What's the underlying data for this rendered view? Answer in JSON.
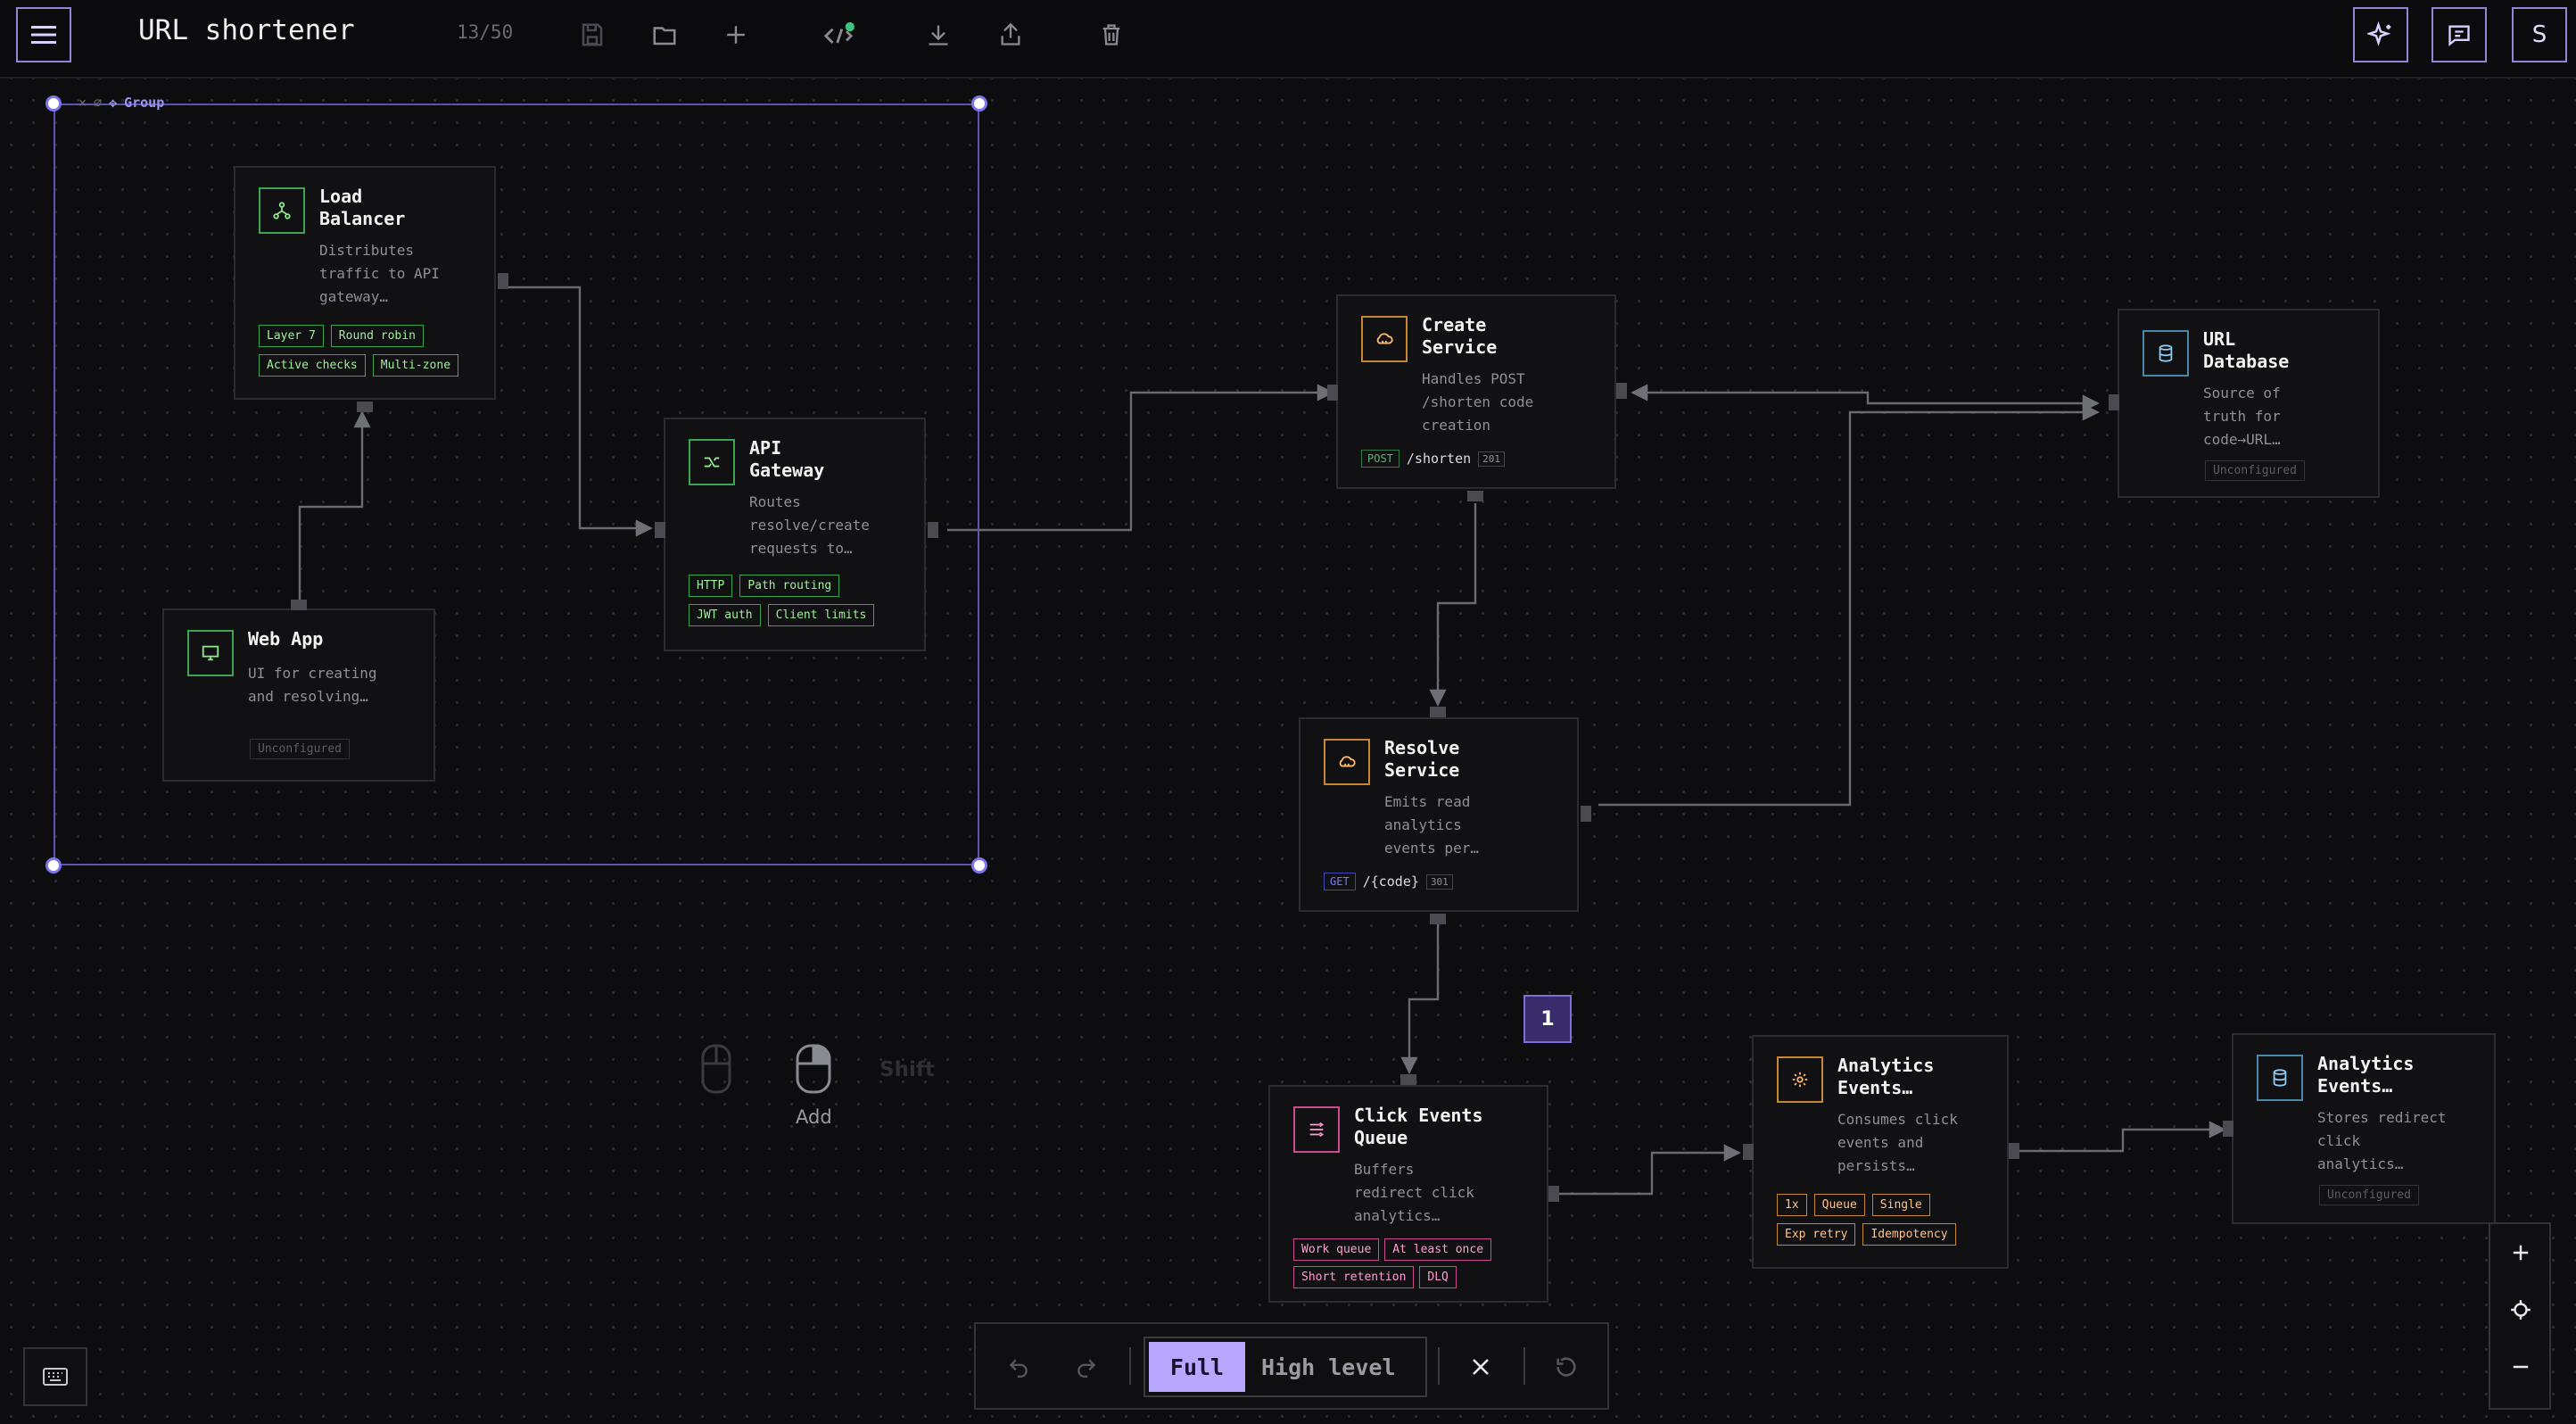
{
  "header": {
    "title": "URL shortener",
    "counter": "13/50",
    "avatar_initial": "S"
  },
  "group": {
    "label": "Group"
  },
  "nodes": {
    "load_balancer": {
      "title": "Load Balancer",
      "desc": "Distributes traffic to API gateway…",
      "tags": [
        "Layer 7",
        "Round robin",
        "Active checks",
        "Multi-zone"
      ]
    },
    "api_gateway": {
      "title": "API Gateway",
      "desc": "Routes resolve/create requests to…",
      "tags": [
        "HTTP",
        "Path routing",
        "JWT auth",
        "Client limits"
      ]
    },
    "web_app": {
      "title": "Web App",
      "desc": "UI for creating and resolving…",
      "status": "Unconfigured"
    },
    "create_service": {
      "title": "Create Service",
      "desc": "Handles POST /shorten code creation",
      "method": "POST",
      "path": "/shorten",
      "code": "201"
    },
    "url_database": {
      "title": "URL Database",
      "desc": "Source of truth for code→URL…",
      "status": "Unconfigured"
    },
    "resolve_service": {
      "title": "Resolve Service",
      "desc": "Emits read analytics events per…",
      "method": "GET",
      "path": "/{code}",
      "code": "301"
    },
    "click_queue": {
      "title": "Click Events Queue",
      "desc": "Buffers redirect click analytics…",
      "tags": [
        "Work queue",
        "At least once",
        "Short retention",
        "DLQ"
      ]
    },
    "analytics_consumer": {
      "title": "Analytics Events…",
      "desc": "Consumes click events and persists…",
      "tags": [
        "1x",
        "Queue",
        "Single",
        "Exp retry",
        "Idempotency"
      ]
    },
    "analytics_store": {
      "title": "Analytics Events…",
      "desc": "Stores redirect click analytics…",
      "status": "Unconfigured"
    }
  },
  "badge": {
    "count": "1"
  },
  "hints": {
    "add": "Add",
    "shift": "Shift"
  },
  "bottombar": {
    "full": "Full",
    "high_level": "High level"
  },
  "colors": {
    "accent": "#8f86d8",
    "green": "#3ba651",
    "orange": "#c68632",
    "pink": "#c94a8f",
    "blue": "#5aa0c8"
  }
}
